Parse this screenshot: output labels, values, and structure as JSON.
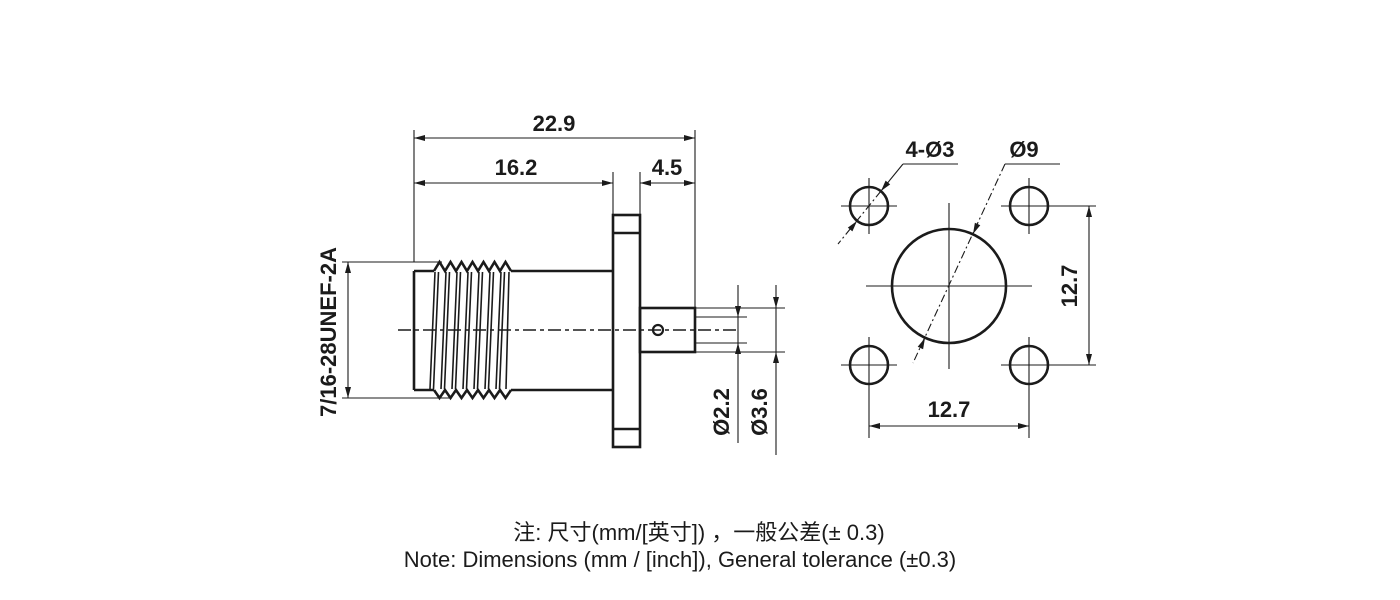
{
  "page": {
    "background_color": "#ffffff",
    "line_color": "#1b1b1b"
  },
  "side_view": {
    "thread_spec": "7/16-28UNEF-2A",
    "dims": {
      "total_length": "22.9",
      "front_body_length": "16.2",
      "rear_boss_length": "4.5",
      "pin_hole_dia": "Ø2.2",
      "rear_boss_dia": "Ø3.6"
    }
  },
  "front_view": {
    "dims": {
      "corner_holes": "4-Ø3",
      "center_boss_dia": "Ø9",
      "hole_spacing_vertical": "12.7",
      "hole_spacing_horizontal": "12.7"
    }
  },
  "notes": {
    "line_zh": "注: 尺寸(mm/[英寸]) ，一般公差(± 0.3)",
    "line_en": "Note: Dimensions (mm / [inch]), General tolerance (±0.3)"
  }
}
